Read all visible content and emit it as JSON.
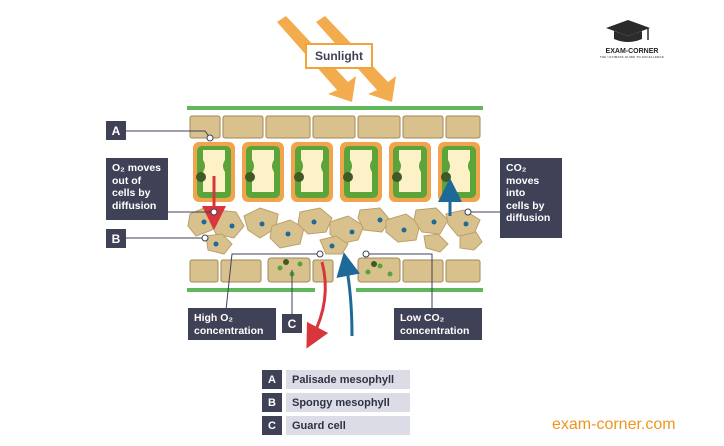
{
  "sunlight_label": "Sunlight",
  "brand": {
    "name": "EXAM-CORNER",
    "tagline": "THE ULTIMATE GUIDE TO EXCELLENCE"
  },
  "callouts": {
    "a_letter": "A",
    "b_letter": "B",
    "c_letter": "C",
    "o2_out": [
      "O₂ moves",
      "out of",
      "cells by",
      "diffusion"
    ],
    "co2_in": [
      "CO₂",
      "moves",
      "into",
      "cells by",
      "diffusion"
    ],
    "high_o2": [
      "High O₂",
      "concentration"
    ],
    "low_co2": [
      "Low CO₂",
      "concentration"
    ]
  },
  "key": [
    {
      "letter": "A",
      "label": "Palisade mesophyll"
    },
    {
      "letter": "B",
      "label": "Spongy mesophyll"
    },
    {
      "letter": "C",
      "label": "Guard cell"
    }
  ],
  "footer_text": "exam-corner.com",
  "colors": {
    "tag_bg": "#3f4157",
    "cell": "#d9c18d",
    "chloroplast": "#58a33e",
    "outline": "#f2a33a",
    "o2_arrow": "#d8363b",
    "co2_arrow": "#1d6a99",
    "footer": "#f0941d"
  }
}
